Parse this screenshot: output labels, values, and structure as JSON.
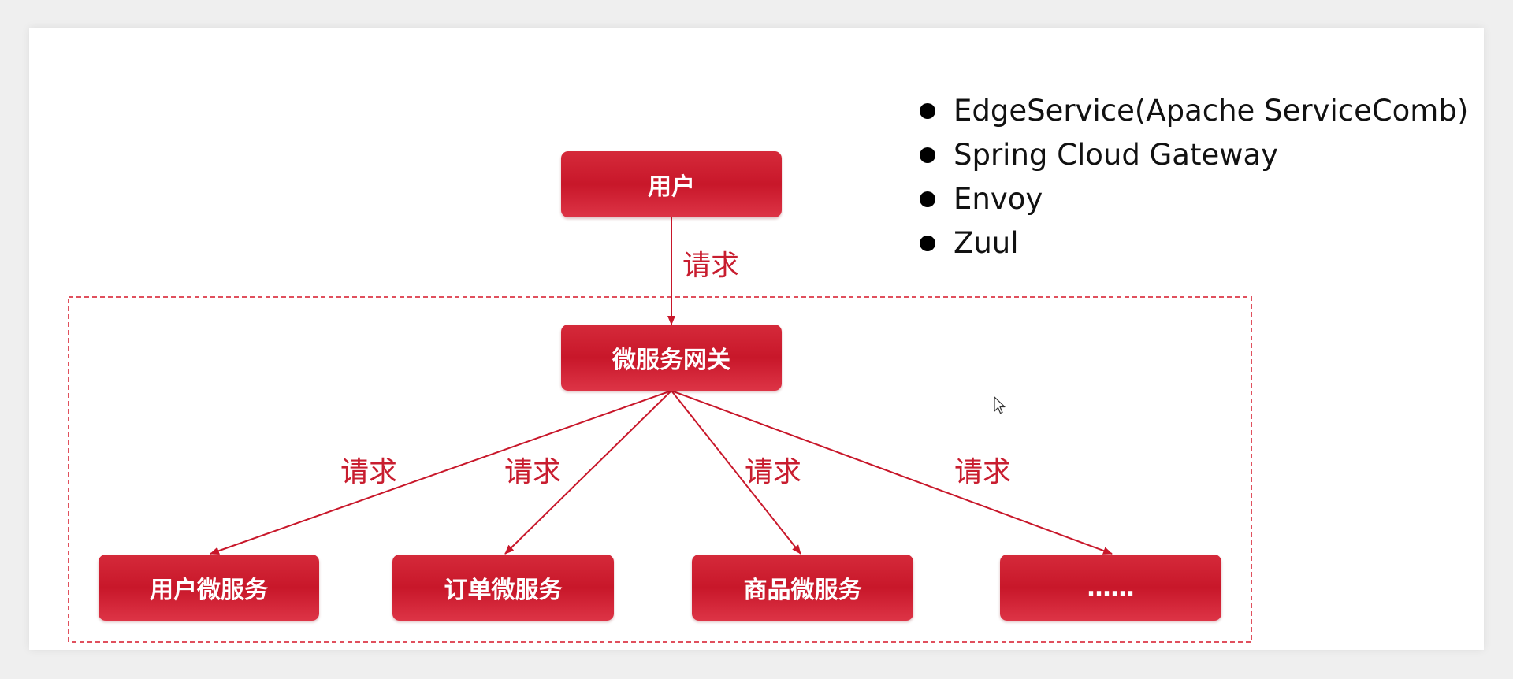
{
  "bullets": [
    "EdgeService(Apache ServiceComb)",
    "Spring Cloud Gateway",
    "Envoy",
    "Zuul"
  ],
  "nodes": {
    "user": "用户",
    "gateway": "微服务网关",
    "user_service": "用户微服务",
    "order_service": "订单微服务",
    "product_service": "商品微服务",
    "more": "……"
  },
  "edge_labels": {
    "user_to_gateway": "请求",
    "gateway_to_user_service": "请求",
    "gateway_to_order_service": "请求",
    "gateway_to_product_service": "请求",
    "gateway_to_more": "请求"
  },
  "colors": {
    "accent_red": "#c8172a",
    "label_red": "#c81d2f",
    "background": "#ffffff"
  }
}
